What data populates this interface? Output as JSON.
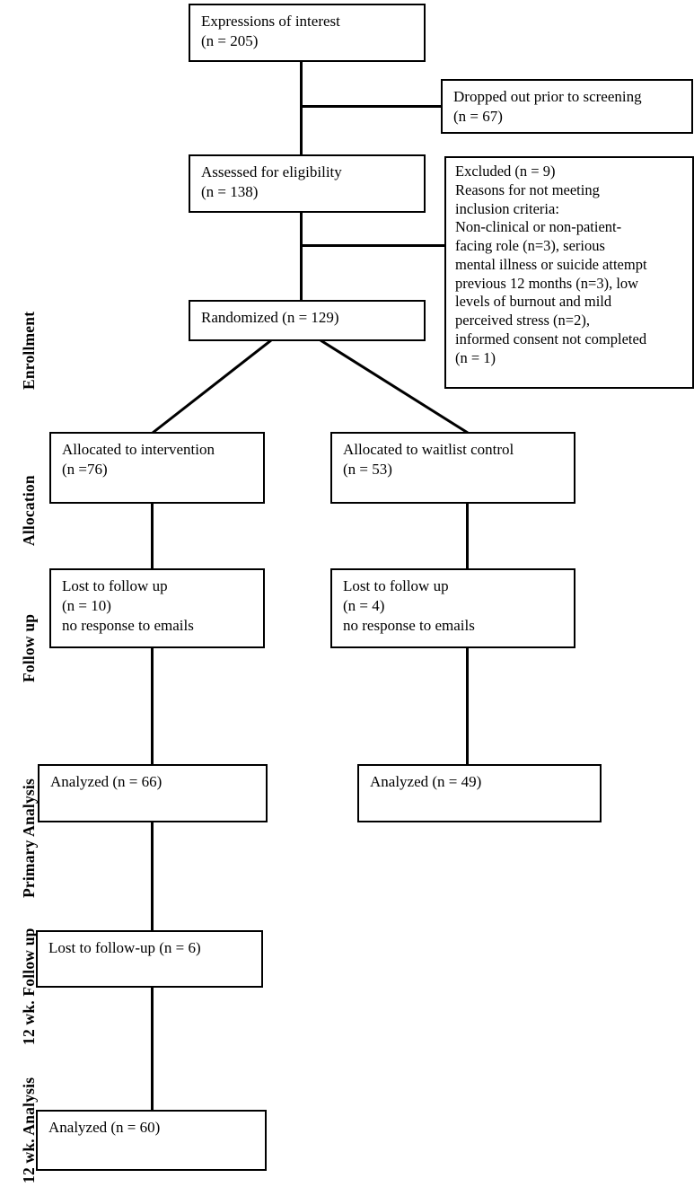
{
  "diagram": {
    "title": "CONSORT participant flow diagram",
    "stage_labels": [
      {
        "id": "enrollment",
        "text": "Enrollment"
      },
      {
        "id": "allocation",
        "text": "Allocation"
      },
      {
        "id": "follow-up",
        "text": "Follow up"
      },
      {
        "id": "primary-analysis",
        "text": "Primary Analysis"
      },
      {
        "id": "12wk-follow-up",
        "text": "12 wk. Follow up"
      },
      {
        "id": "12wk-analysis",
        "text": "12 wk. Analysis"
      }
    ],
    "nodes": {
      "expressions_of_interest": "Expressions of interest\n(n = 205)",
      "dropped_out": "Dropped out prior to screening\n(n = 67)",
      "assessed_for_eligibility": "Assessed for eligibility\n(n = 138)",
      "excluded": "Excluded (n = 9)\nReasons for not meeting\ninclusion criteria:\nNon-clinical or non-patient-\nfacing role (n=3), serious\nmental illness or suicide attempt\nprevious 12 months (n=3), low\nlevels of burnout and mild\nperceived stress (n=2),\ninformed consent not completed\n(n = 1)",
      "randomized": "Randomized (n = 129)",
      "allocated_intervention": "Allocated to intervention\n(n =76)",
      "allocated_waitlist": "Allocated to waitlist control\n(n = 53)",
      "lost_followup_intervention": "Lost to follow up\n(n = 10)\nno response to emails",
      "lost_followup_waitlist": "Lost to follow up\n(n = 4)\nno response to emails",
      "analyzed_intervention": "Analyzed (n = 66)",
      "analyzed_waitlist": "Analyzed (n = 49)",
      "lost_followup_12wk": "Lost to follow-up (n = 6)",
      "analyzed_12wk": "Analyzed (n = 60)"
    },
    "counts": {
      "expressions_of_interest": 205,
      "dropped_out_prior_to_screening": 67,
      "assessed_for_eligibility": 138,
      "excluded": 9,
      "excluded_non_clinical_role": 3,
      "excluded_mental_illness": 3,
      "excluded_low_burnout": 2,
      "excluded_no_consent": 1,
      "randomized": 129,
      "allocated_intervention": 76,
      "allocated_waitlist": 53,
      "lost_followup_intervention": 10,
      "lost_followup_waitlist": 4,
      "analyzed_intervention": 66,
      "analyzed_waitlist": 49,
      "lost_followup_12wk": 6,
      "analyzed_12wk": 60
    },
    "colors": {
      "line": "#000000",
      "box_fill": "#ffffff",
      "text": "#000000"
    }
  }
}
